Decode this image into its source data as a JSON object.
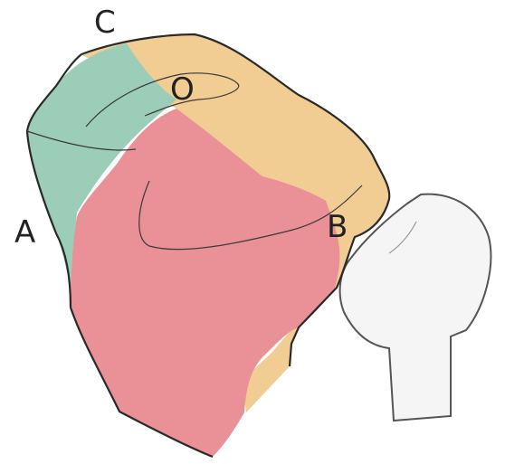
{
  "labels": {
    "c": "C",
    "o": "O",
    "a": "A",
    "b": "B"
  },
  "colors": {
    "background": "#ffffff",
    "outline": "#2a2a2a",
    "region_green": "#9ccdb9",
    "region_orange": "#f1cc93",
    "region_pink": "#ea9097",
    "bone_fill": "#f5f5f5",
    "bone_outline": "#555555"
  }
}
